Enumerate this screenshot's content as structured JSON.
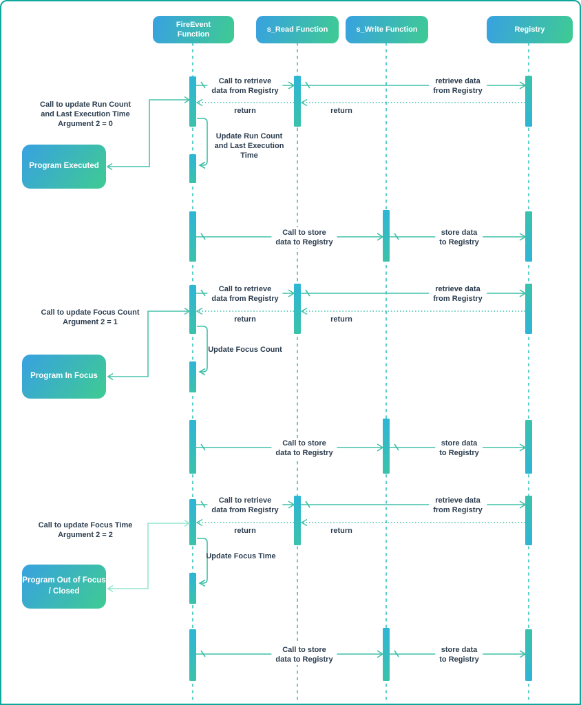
{
  "participants": [
    {
      "label": "FireEvent\nFunction"
    },
    {
      "label": "s_Read Function"
    },
    {
      "label": "s_Write Function"
    },
    {
      "label": "Registry"
    }
  ],
  "messages": {
    "call_retrieve": "Call to retrieve\ndata from Registry",
    "retrieve": "retrieve data\nfrom Registry",
    "return_msg": "return",
    "call_store": "Call to store\ndata to Registry",
    "store": "store data\nto Registry",
    "update_run": "Update Run Count\nand Last Execution\nTime",
    "update_focus_count": "Update Focus Count",
    "update_focus_time": "Update Focus Time"
  },
  "annotations": {
    "run": "Call to update Run Count\nand Last Execution Time\nArgument 2 = 0",
    "focus_count": "Call to update Focus Count\nArgument 2 = 1",
    "focus_time": "Call to update Focus Time\nArgument 2 = 2"
  },
  "states": {
    "executed": "Program Executed",
    "in_focus": "Program In Focus",
    "out_of_focus": "Program Out of Focus\n/ Closed"
  },
  "colors": {
    "border": "#0ea79b",
    "box_gradient_start": "#38a1e1",
    "box_gradient_end": "#3fcb92",
    "activation_bar_start": "#2eb5d6",
    "activation_bar_end": "#3ac2ab",
    "arrow": "#3ec0a7",
    "arrow_pale": "#96e6d0",
    "lifeline": "#5ccfcb",
    "text": "#2c3d4f"
  }
}
